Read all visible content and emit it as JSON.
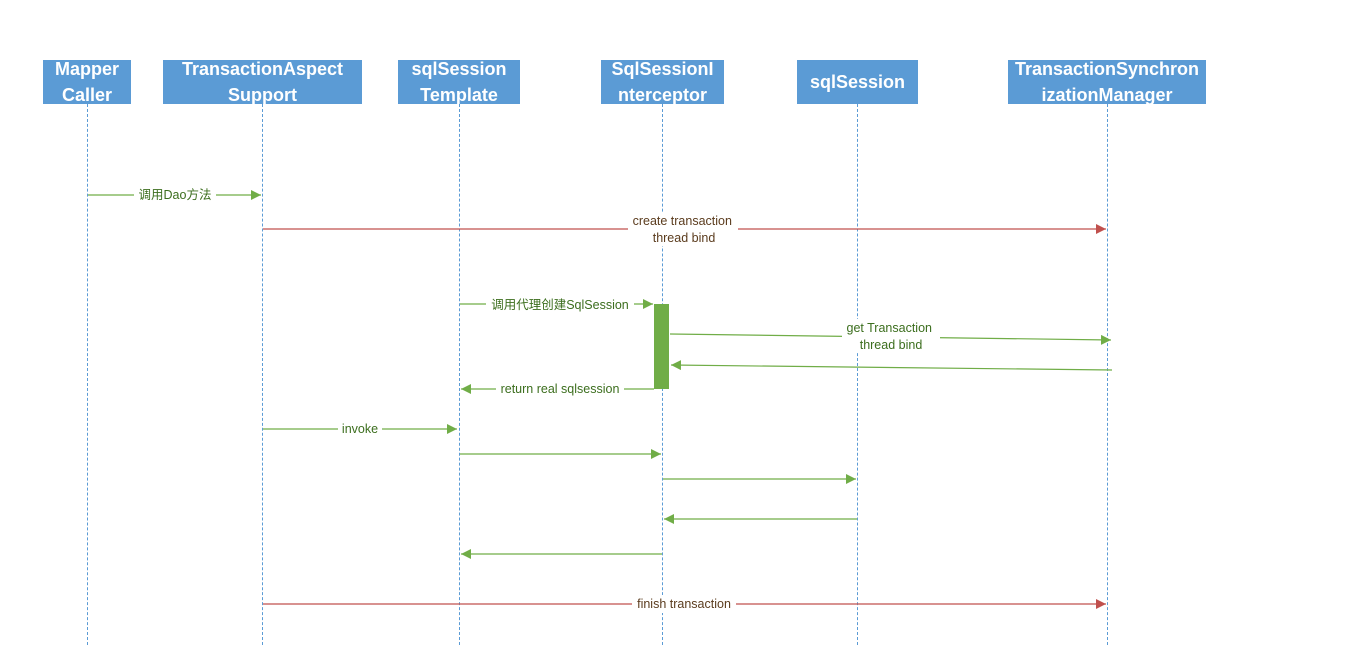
{
  "colors": {
    "actor_fill": "#5b9bd5",
    "actor_text": "#ffffff",
    "lifeline": "#5b9bd5",
    "green_message": "#70ad47",
    "red_message": "#c0504d",
    "activation": "#70ad47"
  },
  "participants": [
    {
      "id": "mapper-caller",
      "label": "Mapper\nCaller"
    },
    {
      "id": "transaction-aspect-support",
      "label": "TransactionAspect\nSupport"
    },
    {
      "id": "sqlsession-template",
      "label": "sqlSession\nTemplate"
    },
    {
      "id": "sqlsession-interceptor",
      "label": "SqlSessionI\nnterceptor"
    },
    {
      "id": "sqlsession",
      "label": "sqlSession"
    },
    {
      "id": "transaction-synchronization-manager",
      "label": "TransactionSynchron\nizationManager"
    }
  ],
  "messages": [
    {
      "from": "mapper-caller",
      "to": "transaction-aspect-support",
      "label": "调用Dao方法",
      "color": "green"
    },
    {
      "from": "transaction-aspect-support",
      "to": "transaction-synchronization-manager",
      "label": "create transaction\nthread bind",
      "color": "red"
    },
    {
      "from": "sqlsession-template",
      "to": "sqlsession-interceptor",
      "label": "调用代理创建SqlSession",
      "color": "green"
    },
    {
      "from": "sqlsession-interceptor",
      "to": "transaction-synchronization-manager",
      "label": "get Transaction\nthread bind",
      "color": "green"
    },
    {
      "from": "transaction-synchronization-manager",
      "to": "sqlsession-interceptor",
      "label": "",
      "color": "green"
    },
    {
      "from": "sqlsession-interceptor",
      "to": "sqlsession-template",
      "label": "return real sqlsession",
      "color": "green"
    },
    {
      "from": "transaction-aspect-support",
      "to": "sqlsession-template",
      "label": "invoke",
      "color": "green"
    },
    {
      "from": "sqlsession-template",
      "to": "sqlsession-interceptor",
      "label": "",
      "color": "green"
    },
    {
      "from": "sqlsession-interceptor",
      "to": "sqlsession",
      "label": "",
      "color": "green"
    },
    {
      "from": "sqlsession",
      "to": "sqlsession-interceptor",
      "label": "",
      "color": "green"
    },
    {
      "from": "sqlsession-interceptor",
      "to": "sqlsession-template",
      "label": "",
      "color": "green"
    },
    {
      "from": "transaction-aspect-support",
      "to": "transaction-synchronization-manager",
      "label": "finish transaction",
      "color": "red"
    }
  ]
}
